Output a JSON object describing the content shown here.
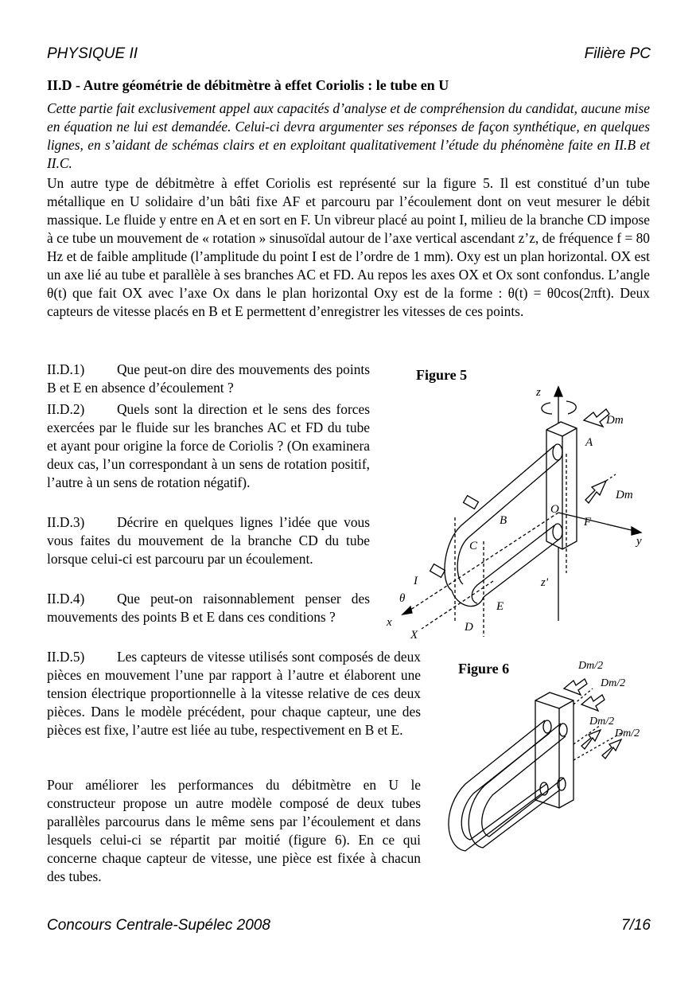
{
  "header": {
    "left": "PHYSIQUE II",
    "right": "Filière PC"
  },
  "footer": {
    "left": "Concours Centrale-Supélec 2008",
    "right": "7/16"
  },
  "section": {
    "title": "II.D - Autre géométrie de débitmètre à effet Coriolis : le tube en U",
    "intro": "Cette partie fait exclusivement appel aux capacités d’analyse et de compréhension du candidat, aucune mise en équation ne lui est demandée. Celui-ci devra argumenter ses réponses de façon synthétique, en quelques lignes, en s’aidant de schémas clairs et en exploitant qualitativement l’étude du phénomène faite en II.B et II.C.",
    "main": "Un autre type de débitmètre à effet Coriolis est représenté sur la figure 5. Il est constitué d’un tube métallique en U solidaire d’un bâti fixe AF et parcouru par l’écoulement dont on veut mesurer le débit massique. Le fluide y entre en A et en sort en F. Un vibreur placé au point I, milieu de la branche CD impose à ce tube un mouvement de « rotation » sinusoïdal autour de l’axe vertical ascendant z’z, de fréquence f = 80 Hz et de faible amplitude (l’amplitude du point I est de l’ordre de 1 mm). Oxy est un plan horizontal. OX est un axe lié au tube et parallèle à ses branches AC et FD. Au repos les axes OX et Ox sont confondus. L’angle θ(t) que fait OX avec l’axe Ox dans le plan horizontal Oxy est de la forme : θ(t) = θ0cos(2πft). Deux capteurs de vitesse placés en B et E permettent d’enregistrer les vitesses de ces points."
  },
  "questions": [
    {
      "num": "II.D.1)",
      "text": "Que peut-on dire des mouvements des points B et E en absence d’écoulement ?"
    },
    {
      "num": "II.D.2)",
      "text": "Quels sont la direction et le sens des forces exercées par le fluide sur les branches AC et FD du tube et ayant pour origine la force de Coriolis ? (On examinera deux cas, l’un correspondant à un sens de rotation positif, l’autre à un sens de rotation négatif)."
    },
    {
      "num": "II.D.3)",
      "text": "Décrire en quelques lignes l’idée que vous vous faites du mouvement de la branche CD du tube lorsque celui-ci est parcouru par un écoulement."
    },
    {
      "num": "II.D.4)",
      "text": "Que peut-on raisonnablement penser des mouvements des points B et E dans ces conditions ?"
    },
    {
      "num": "II.D.5)",
      "text": "Les capteurs de vitesse utilisés sont composés de deux pièces en mouvement l’une par rapport à l’autre et élaborent une tension électrique proportionnelle à la vitesse relative de ces deux pièces. Dans le modèle précédent, pour chaque capteur, une des pièces est fixe, l’autre est liée au tube, respectivement en B et E."
    }
  ],
  "closing": "Pour améliorer les performances du débitmètre en U le constructeur propose un autre modèle composé de deux tubes parallèles parcourus dans le même sens par l’écoulement et dans lesquels celui-ci se répartit par moitié (figure 6). En ce qui concerne chaque capteur de vitesse, une pièce est fixée à chacun des tubes.",
  "figure5": {
    "label": "Figure 5",
    "labels": {
      "z": "z",
      "Dm_top": "Dm",
      "A": "A",
      "Dm_right": "Dm",
      "O": "O",
      "F": "F",
      "y": "y",
      "B": "B",
      "C": "C",
      "I": "I",
      "theta": "θ",
      "zp": "z'",
      "E": "E",
      "x": "x",
      "X": "X",
      "D": "D"
    }
  },
  "figure6": {
    "label": "Figure 6",
    "labels": {
      "d1": "Dm/2",
      "d2": "Dm/2",
      "d3": "Dm/2",
      "d4": "Dm/2"
    }
  }
}
